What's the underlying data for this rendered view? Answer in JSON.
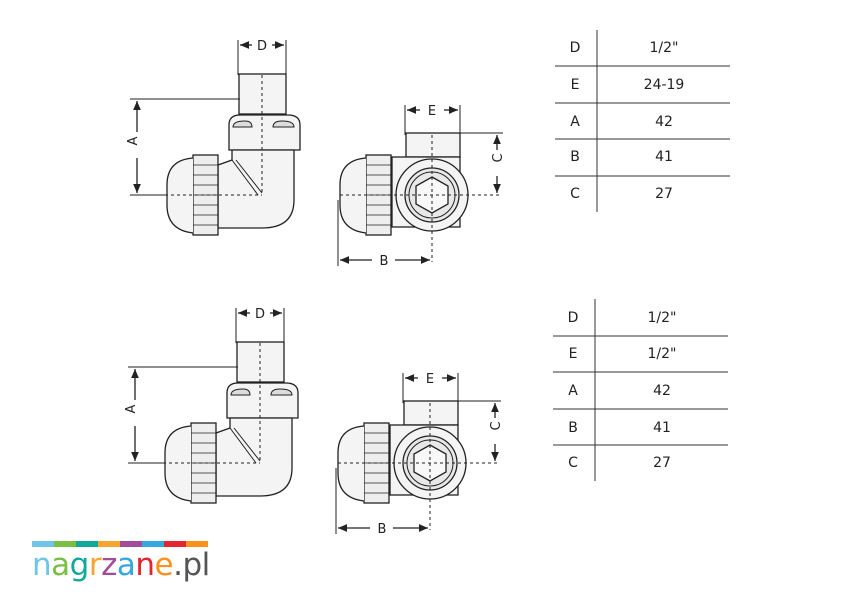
{
  "diagrams": [
    {
      "labels": {
        "D": "D",
        "A": "A",
        "E": "E",
        "C": "C",
        "B": "B"
      },
      "table": [
        {
          "param": "D",
          "value": "1/2\""
        },
        {
          "param": "E",
          "value": "24-19"
        },
        {
          "param": "A",
          "value": "42"
        },
        {
          "param": "B",
          "value": "41"
        },
        {
          "param": "C",
          "value": "27"
        }
      ]
    },
    {
      "labels": {
        "D": "D",
        "A": "A",
        "E": "E",
        "C": "C",
        "B": "B"
      },
      "table": [
        {
          "param": "D",
          "value": "1/2\""
        },
        {
          "param": "E",
          "value": "1/2\""
        },
        {
          "param": "A",
          "value": "42"
        },
        {
          "param": "B",
          "value": "41"
        },
        {
          "param": "C",
          "value": "27"
        }
      ]
    }
  ],
  "logo": {
    "letters": [
      "n",
      "a",
      "g",
      "r",
      "z",
      "a",
      "n",
      "e"
    ],
    "suffix": ".pl",
    "colors": [
      "#6ec6e6",
      "#79bf43",
      "#12a99a",
      "#f7a531",
      "#a44c9c",
      "#36a8e0",
      "#e3252f",
      "#f7931e"
    ]
  }
}
